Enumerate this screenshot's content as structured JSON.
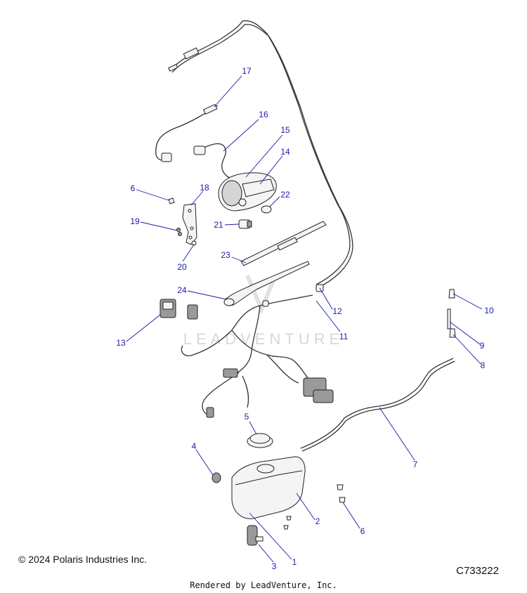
{
  "callouts": [
    {
      "label": "1"
    },
    {
      "label": "2"
    },
    {
      "label": "3"
    },
    {
      "label": "4"
    },
    {
      "label": "5"
    },
    {
      "label": "6"
    },
    {
      "label": "6"
    },
    {
      "label": "7"
    },
    {
      "label": "8"
    },
    {
      "label": "9"
    },
    {
      "label": "10"
    },
    {
      "label": "11"
    },
    {
      "label": "12"
    },
    {
      "label": "13"
    },
    {
      "label": "14"
    },
    {
      "label": "15"
    },
    {
      "label": "16"
    },
    {
      "label": "17"
    },
    {
      "label": "18"
    },
    {
      "label": "19"
    },
    {
      "label": "20"
    },
    {
      "label": "21"
    },
    {
      "label": "22"
    },
    {
      "label": "23"
    },
    {
      "label": "24"
    }
  ],
  "watermark": "LEADVENTURE",
  "footer": {
    "copyright": "© 2024 Polaris Industries Inc.",
    "figure_code": "C733222",
    "rendered_by": "Rendered by LeadVenture, Inc."
  },
  "colors": {
    "callout": "#1a1aa8",
    "line": "#222222"
  }
}
